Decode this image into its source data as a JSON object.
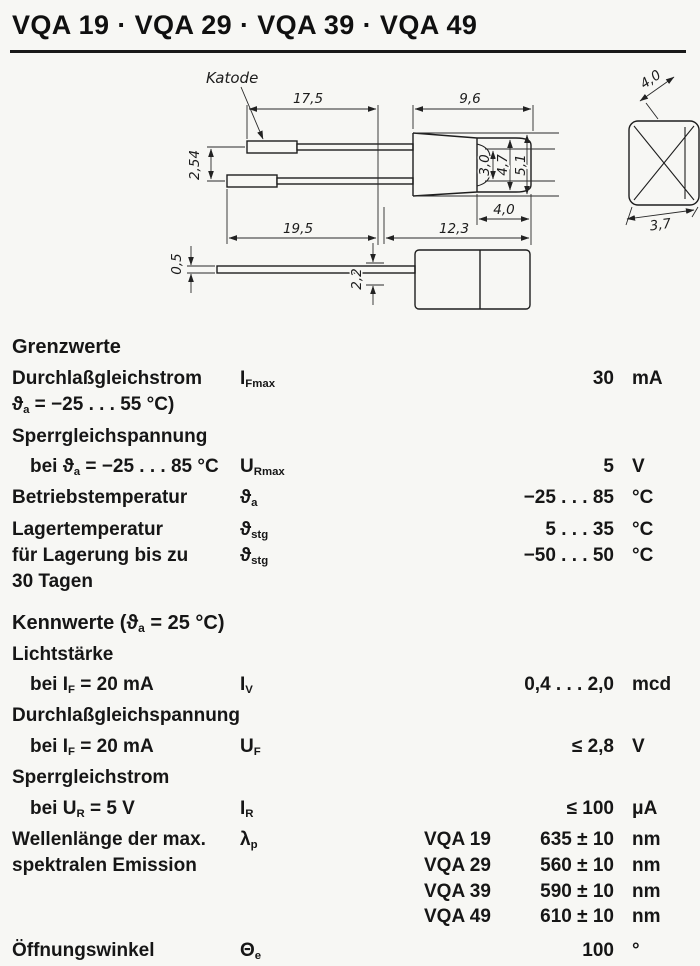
{
  "title": "VQA 19 · VQA 29 · VQA 39 · VQA 49",
  "drawing": {
    "katode_label": "Katode",
    "dims": {
      "katode_lead_length": "17,5",
      "body_length": "9,6",
      "lead_pitch": "2,54",
      "inner_face_height": "3,0",
      "cap_height": "4,7",
      "body_height": "5,1",
      "front_face_width": "4,0",
      "anode_lead_length": "19,5",
      "body_overall_length": "12,3",
      "front_width_top": "4,0",
      "front_depth": "3,7",
      "lead_thickness": "0,5",
      "lead_offset": "2,2"
    }
  },
  "limits": {
    "heading": "Grenzwerte",
    "forward_current": {
      "name": "Durchlaßgleichstrom",
      "cond_pre": "ϑ",
      "cond_sub": "a",
      "cond_post": " = −25 . . . 55 °C)",
      "sym_pre": "I",
      "sym_sub": "Fmax",
      "value": "30",
      "unit": "mA"
    },
    "reverse_voltage_heading": "Sperrgleichspannung",
    "reverse_voltage": {
      "cond_pre": "bei ϑ",
      "cond_sub": "a",
      "cond_post": " = −25 . . . 85 °C",
      "sym_pre": "U",
      "sym_sub": "Rmax",
      "value": "5",
      "unit": "V"
    },
    "operating_temp": {
      "name": "Betriebstemperatur",
      "sym_pre": "ϑ",
      "sym_sub": "a",
      "value": "−25 . . . 85",
      "unit": "°C"
    },
    "storage_temp_1": {
      "name": "Lagertemperatur",
      "sym_pre": "ϑ",
      "sym_sub": "stg",
      "value": "5 . . . 35",
      "unit": "°C"
    },
    "storage_temp_2": {
      "name": "für Lagerung bis zu",
      "sym_pre": "ϑ",
      "sym_sub": "stg",
      "value": "−50 . . . 50",
      "unit": "°C"
    },
    "storage_temp_3": "30 Tagen"
  },
  "characteristics": {
    "heading_pre": "Kennwerte  (ϑ",
    "heading_sub": "a",
    "heading_post": " = 25 °C)",
    "luminous_heading": "Lichtstärke",
    "luminous": {
      "cond_pre": "bei I",
      "cond_sub": "F",
      "cond_post": " = 20 mA",
      "sym_pre": "I",
      "sym_sub": "V",
      "value": "0,4 . . . 2,0",
      "unit": "mcd"
    },
    "forward_voltage_heading": "Durchlaßgleichspannung",
    "forward_voltage": {
      "cond_pre": "bei I",
      "cond_sub": "F",
      "cond_post": " = 20 mA",
      "sym_pre": "U",
      "sym_sub": "F",
      "value": "≤ 2,8",
      "unit": "V"
    },
    "reverse_current_heading": "Sperrgleichstrom",
    "reverse_current": {
      "cond_pre": "bei U",
      "cond_sub": "R",
      "cond_post": " = 5 V",
      "sym_pre": "I",
      "sym_sub": "R",
      "value": "≤ 100",
      "unit": "μA"
    },
    "wavelength": {
      "name_line1": "Wellenlänge der max.",
      "name_line2": "spektralen Emission",
      "sym_pre": "λ",
      "sym_sub": "p",
      "types": [
        {
          "type": "VQA 19",
          "value": "635 ± 10",
          "unit": "nm"
        },
        {
          "type": "VQA 29",
          "value": "560 ± 10",
          "unit": "nm"
        },
        {
          "type": "VQA 39",
          "value": "590 ± 10",
          "unit": "nm"
        },
        {
          "type": "VQA 49",
          "value": "610 ± 10",
          "unit": "nm"
        }
      ]
    },
    "view_angle": {
      "name": "Öffnungswinkel",
      "sym_pre": "Θ",
      "sym_sub": "e",
      "value": "100",
      "unit": "°"
    }
  }
}
